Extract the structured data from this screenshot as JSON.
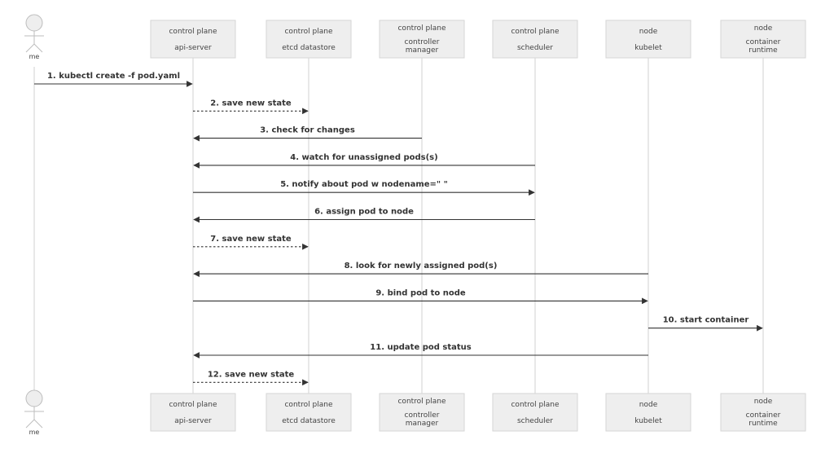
{
  "actor": {
    "label": "me"
  },
  "participants": [
    {
      "lines": [
        "control plane",
        "api-server"
      ]
    },
    {
      "lines": [
        "control plane",
        "etcd datastore"
      ]
    },
    {
      "lines": [
        "control plane",
        "controller",
        "manager"
      ]
    },
    {
      "lines": [
        "control plane",
        "scheduler"
      ]
    },
    {
      "lines": [
        "node",
        "kubelet"
      ]
    },
    {
      "lines": [
        "node",
        "container",
        "runtime"
      ]
    }
  ],
  "messages": [
    {
      "from": "me",
      "to": 0,
      "label": "1. kubectl create -f pod.yaml",
      "style": "solid"
    },
    {
      "from": 0,
      "to": 1,
      "label": "2. save new state",
      "style": "dotted"
    },
    {
      "from": 2,
      "to": 0,
      "label": "3. check for changes",
      "style": "solid"
    },
    {
      "from": 3,
      "to": 0,
      "label": "4. watch for unassigned pods(s)",
      "style": "solid"
    },
    {
      "from": 0,
      "to": 3,
      "label": "5. notify about pod w nodename=\" \"",
      "style": "solid"
    },
    {
      "from": 3,
      "to": 0,
      "label": "6. assign pod to node",
      "style": "solid"
    },
    {
      "from": 0,
      "to": 1,
      "label": "7. save new state",
      "style": "dotted"
    },
    {
      "from": 4,
      "to": 0,
      "label": "8. look for newly assigned pod(s)",
      "style": "solid"
    },
    {
      "from": 0,
      "to": 4,
      "label": "9. bind pod to node",
      "style": "solid"
    },
    {
      "from": 4,
      "to": 5,
      "label": "10. start container",
      "style": "solid"
    },
    {
      "from": 4,
      "to": 0,
      "label": "11. update pod status",
      "style": "solid"
    },
    {
      "from": 0,
      "to": 1,
      "label": "12. save new state",
      "style": "dotted"
    }
  ]
}
